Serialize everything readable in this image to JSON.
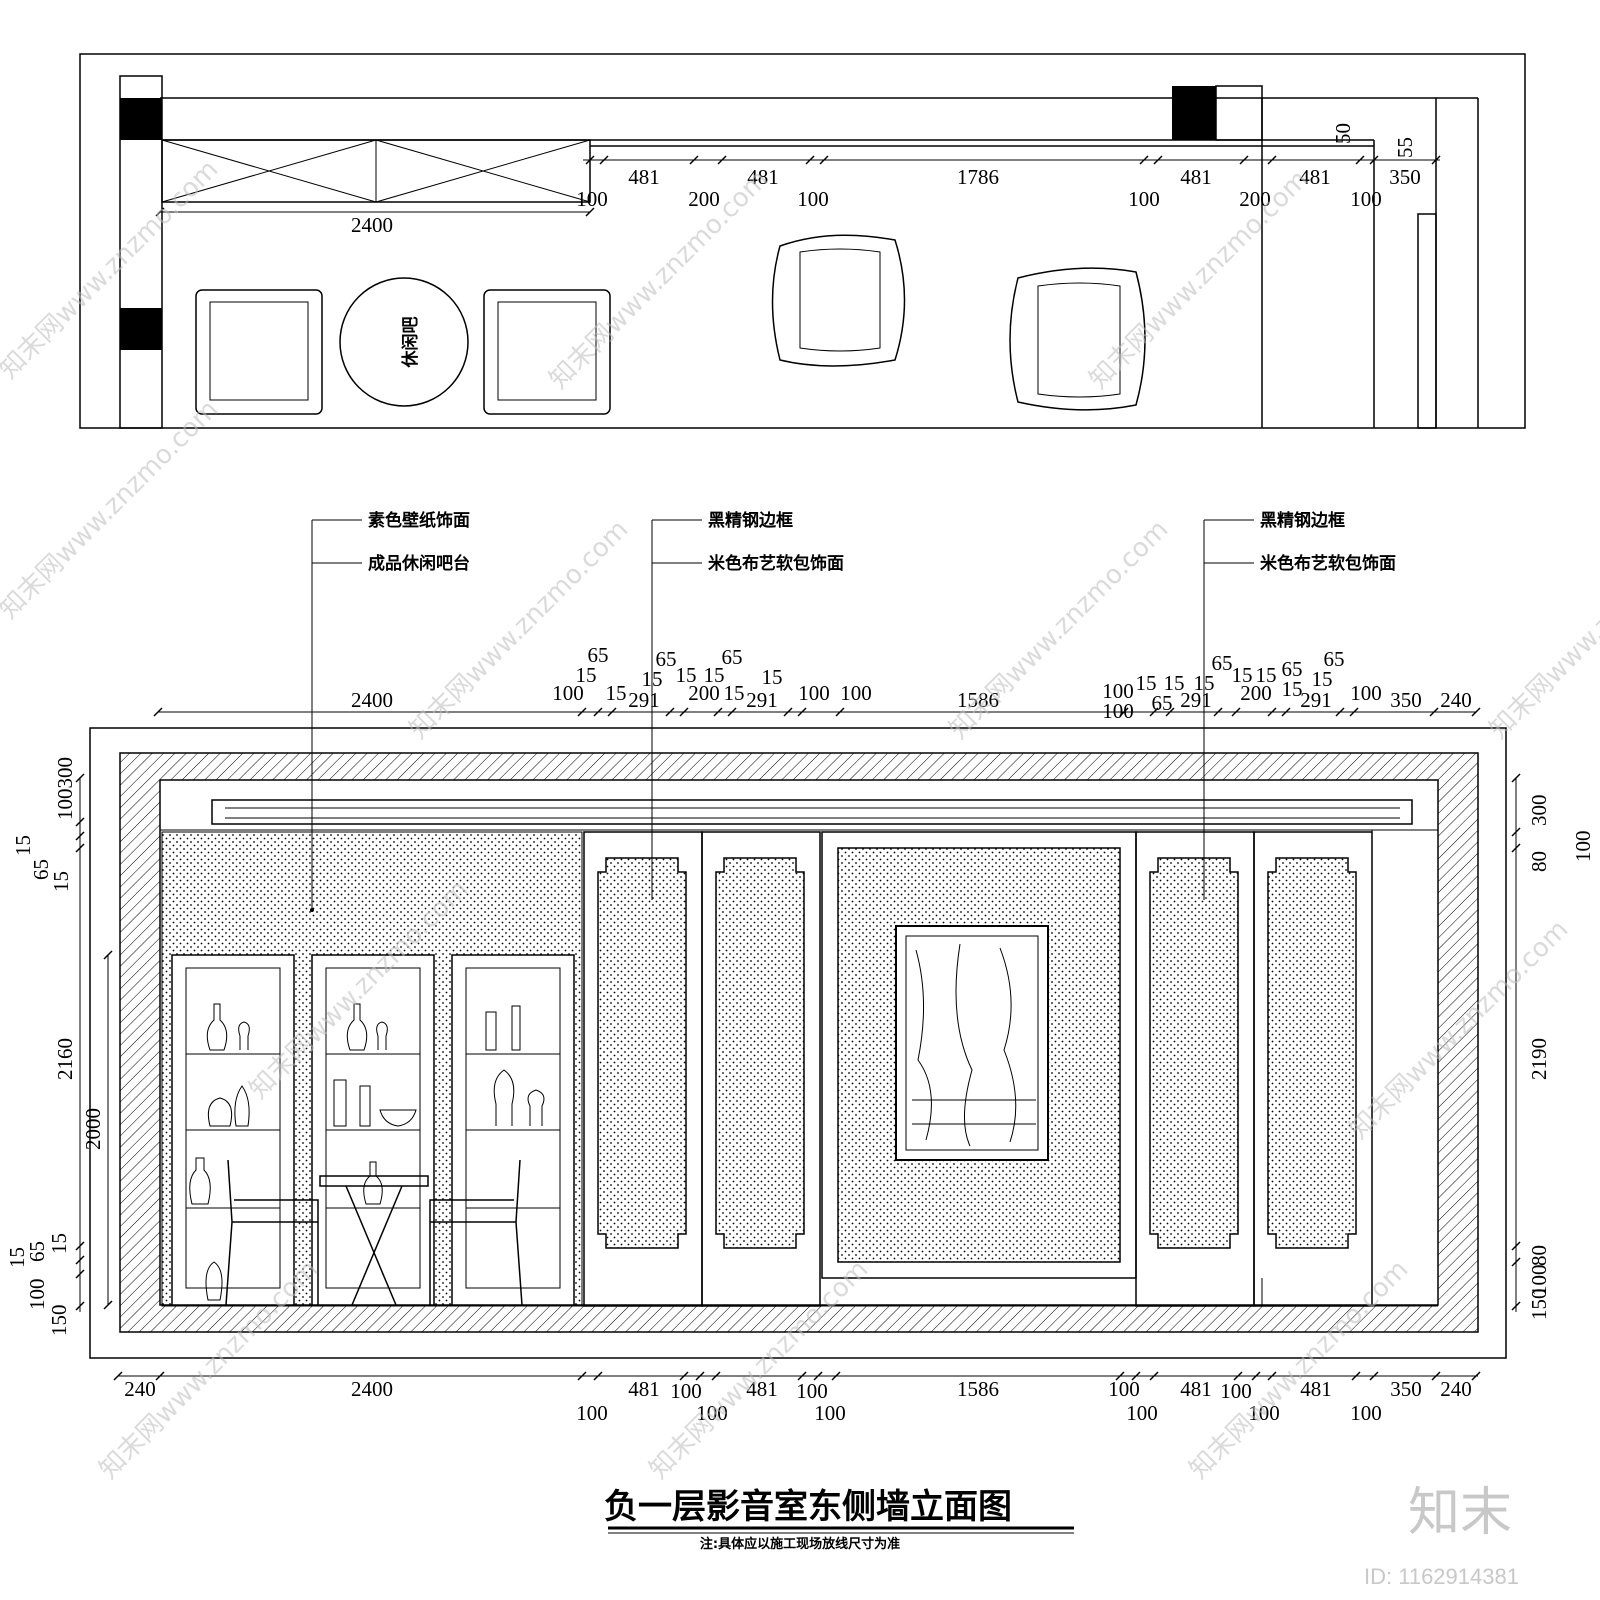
{
  "plan": {
    "label": "休闲吧",
    "dims_top": [
      "481",
      "481",
      "1786",
      "481",
      "481",
      "350"
    ],
    "dims_mid": [
      "100",
      "200",
      "100",
      "100",
      "200",
      "100"
    ],
    "dim_bar": "2400",
    "dim_v50": "50",
    "dim_v55": "55"
  },
  "callouts": [
    {
      "line1": "素色壁纸饰面",
      "line2": "成品休闲吧台"
    },
    {
      "line1": "黑精钢边框",
      "line2": "米色布艺软包饰面"
    },
    {
      "line1": "黑精钢边框",
      "line2": "米色布艺软包饰面"
    }
  ],
  "elev_top_dims": {
    "main": [
      "2400",
      "1586",
      "350",
      "240"
    ],
    "stack_a": [
      "65",
      "15",
      "100",
      "15",
      "291"
    ],
    "stack_b": [
      "65",
      "15",
      "15",
      "200",
      "15",
      "291"
    ],
    "stack_c": [
      "65",
      "15",
      "15",
      "100",
      "100"
    ],
    "stack_d": [
      "100",
      "100",
      "15",
      "15",
      "65",
      "15",
      "291"
    ],
    "stack_e": [
      "65",
      "15",
      "15",
      "200",
      "65",
      "15",
      "291"
    ],
    "stack_f": [
      "65",
      "15",
      "100"
    ]
  },
  "elev_bottom_dims": {
    "row1": [
      "240",
      "2400",
      "481",
      "100",
      "481",
      "100",
      "1586",
      "100",
      "481",
      "100",
      "481",
      "350",
      "240"
    ],
    "row2": [
      "100",
      "100",
      "100",
      "100",
      "100",
      "100"
    ]
  },
  "left_dims": {
    "top": [
      "100300",
      "15",
      "65",
      "15"
    ],
    "tall": "2160",
    "mid": "2000",
    "bottom": [
      "15",
      "65",
      "15",
      "100",
      "150"
    ]
  },
  "right_dims": {
    "top": [
      "300",
      "100",
      "80"
    ],
    "tall": "2190",
    "bottom": [
      "80",
      "100",
      "150"
    ]
  },
  "title": "负一层影音室东侧墙立面图",
  "note": "注:具体应以施工现场放线尺寸为准",
  "watermark": "知末网www.znzmo.com",
  "brand": {
    "name": "知末",
    "id": "ID: 1162914381"
  }
}
